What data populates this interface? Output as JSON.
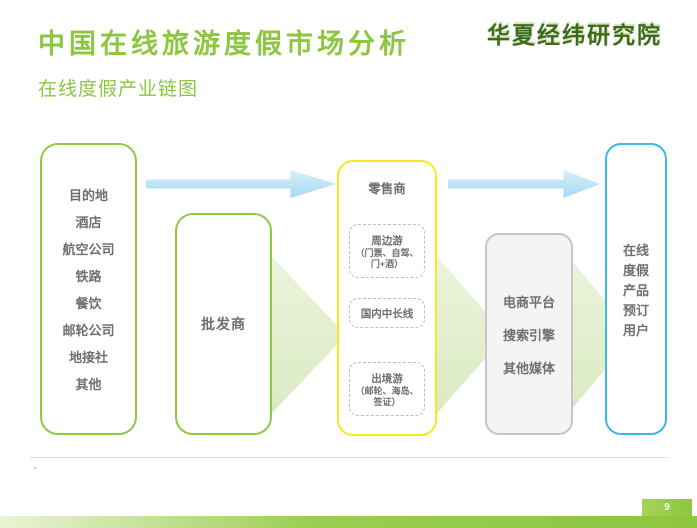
{
  "slide": {
    "title": "中国在线旅游度假市场分析",
    "subtitle": "在线度假产业链图",
    "logo_text": "华夏经纬研究院",
    "page_number": "9",
    "footer_bullet": "·"
  },
  "diagram": {
    "suppliers": {
      "items": [
        "目的地",
        "酒店",
        "航空公司",
        "铁路",
        "餐饮",
        "邮轮公司",
        "地接社",
        "其他"
      ]
    },
    "wholesaler_label": "批发商",
    "retailer": {
      "title": "零售商",
      "segments": [
        {
          "title": "周边游",
          "detail": "（门票、自驾、门+酒）"
        },
        {
          "title": "国内中长线",
          "detail": ""
        },
        {
          "title": "出境游",
          "detail": "（邮轮、海岛、签证）"
        }
      ]
    },
    "channels": {
      "items": [
        "电商平台",
        "搜索引擎",
        "其他媒体"
      ]
    },
    "users_lines": [
      "在线",
      "度假",
      "产品",
      "预订",
      "用户"
    ]
  },
  "colors": {
    "accent_green": "#8DC63F",
    "box_green_border": "#92C83E",
    "box_yellow_border": "#F5E91F",
    "box_blue_border": "#3FB6E8",
    "box_gray_border": "#C6C6C6",
    "arrow_blue": "#A6D9F2",
    "arrow_pale_green": "#E3EFD3",
    "text_gray": "#6F6F6F",
    "logo_green": "#3F6B21"
  }
}
